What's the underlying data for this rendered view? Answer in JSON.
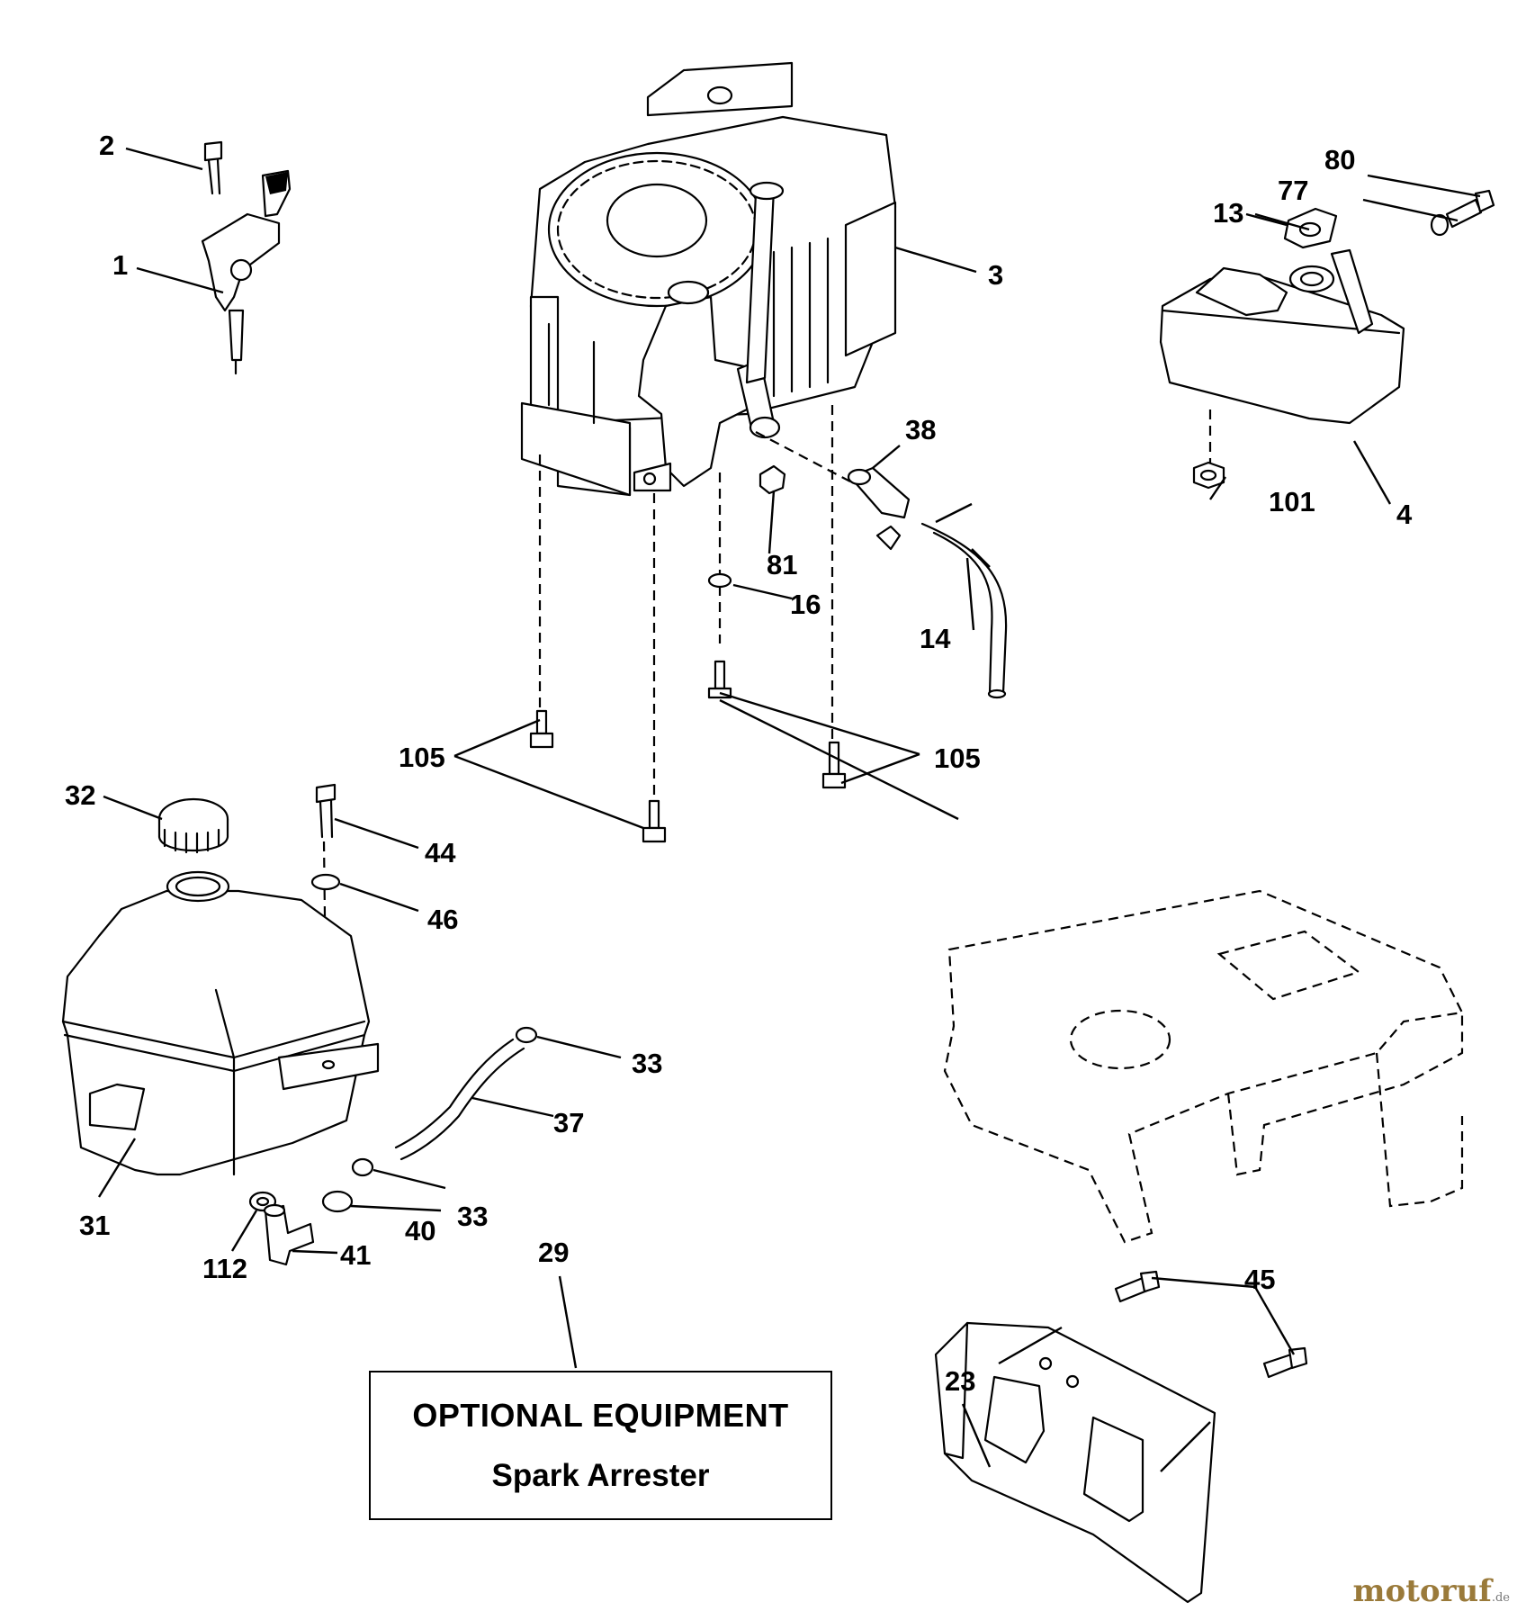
{
  "callouts": {
    "c1": "1",
    "c2": "2",
    "c3": "3",
    "c4": "4",
    "c13": "13",
    "c14": "14",
    "c16": "16",
    "c23": "23",
    "c29": "29",
    "c31": "31",
    "c32": "32",
    "c33a": "33",
    "c33b": "33",
    "c37": "37",
    "c38": "38",
    "c40": "40",
    "c41": "41",
    "c44": "44",
    "c45": "45",
    "c46": "46",
    "c77": "77",
    "c80": "80",
    "c81": "81",
    "c101": "101",
    "c105a": "105",
    "c105b": "105",
    "c112": "112"
  },
  "optional_box": {
    "title": "OPTIONAL EQUIPMENT",
    "subtitle": "Spark Arrester"
  },
  "watermark": {
    "brand": "motoruf",
    "tld": ".de"
  }
}
